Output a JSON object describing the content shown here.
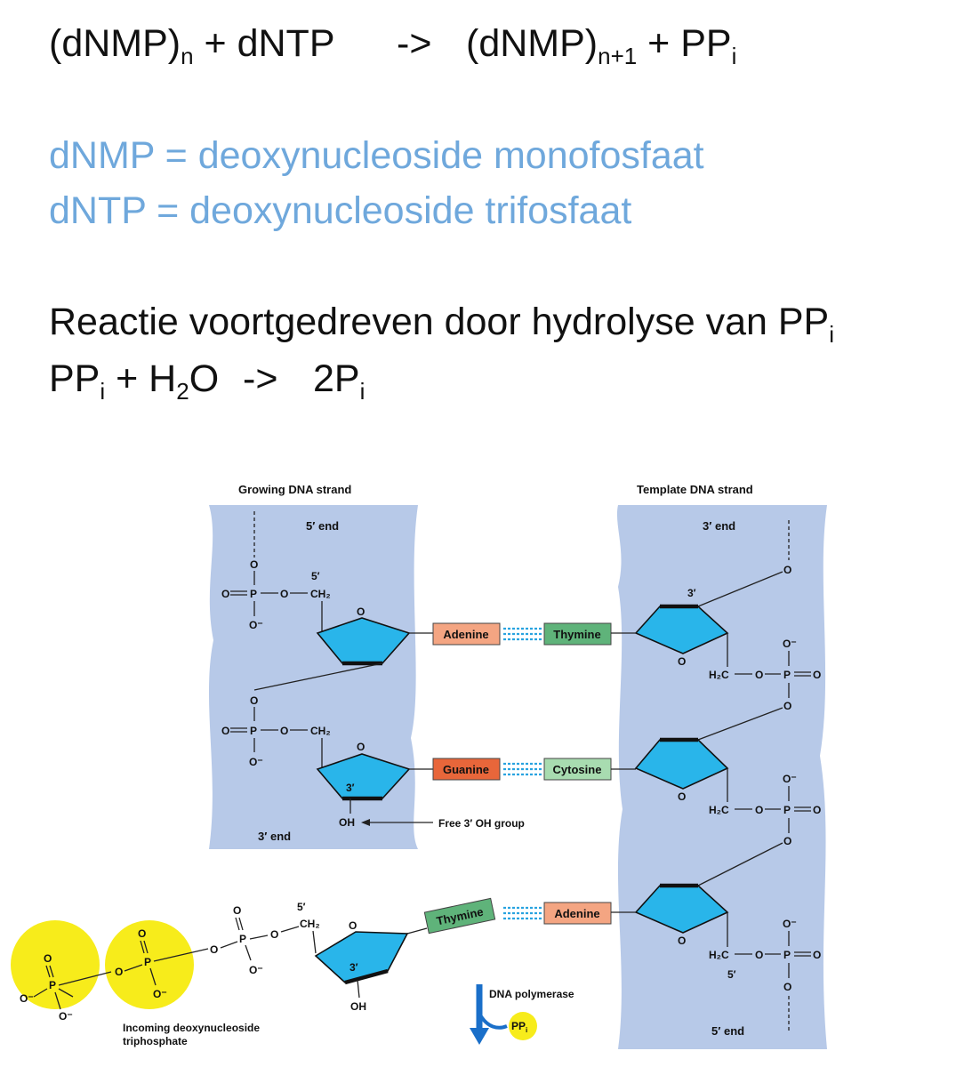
{
  "equation": {
    "reactant": "(dNMP)",
    "reactant_sub": "n",
    "plus1": "+ dNTP",
    "arrow": "->",
    "product": "(dNMP)",
    "product_sub": "n+1",
    "plus2": "+ PP",
    "pp_sub": "i"
  },
  "definitions": {
    "dnmp": "dNMP = deoxynucleoside monofosfaat",
    "dntp": "dNTP = deoxynucleoside trifosfaat"
  },
  "hydrolysis": {
    "line1": "Reactie voortgedreven door hydrolyse van PP",
    "line1_sub": "i",
    "pp": "PP",
    "pp_sub": "i",
    "plus": "+ H",
    "h2o_sub": "2",
    "o": "O",
    "arrow": "->",
    "product": "2P",
    "product_sub": "i"
  },
  "diagram": {
    "growing_strand_title": "Growing DNA strand",
    "template_strand_title": "Template DNA strand",
    "growing_5_end": "5′ end",
    "growing_3_end": "3′ end",
    "template_3_end": "3′ end",
    "template_5_end": "5′ end",
    "free_oh_label": "Free 3′ OH group",
    "incoming_label_1": "Incoming deoxynucleoside",
    "incoming_label_2": "triphosphate",
    "enzyme_label": "DNA polymerase",
    "ppi_label": "PP",
    "ppi_sub": "i",
    "colors": {
      "strand_bg": "#b7c9e8",
      "sugar": "#29b5ea",
      "adenine": "#f4a582",
      "thymine": "#5fb37a",
      "guanine": "#e8663a",
      "cytosine": "#a8dcb0",
      "phosphate": "#f7ec1b",
      "arrow": "#1a6fc9"
    },
    "pairs": [
      {
        "left": "Adenine",
        "right": "Thymine"
      },
      {
        "left": "Guanine",
        "right": "Cytosine"
      },
      {
        "left": "Thymine",
        "right": "Adenine"
      }
    ],
    "atoms": {
      "O": "O",
      "Ominus": "O⁻",
      "P": "P",
      "CH2": "CH₂",
      "H2C": "H₂C",
      "OH": "OH",
      "five_prime": "5′",
      "three_prime": "3′"
    }
  }
}
